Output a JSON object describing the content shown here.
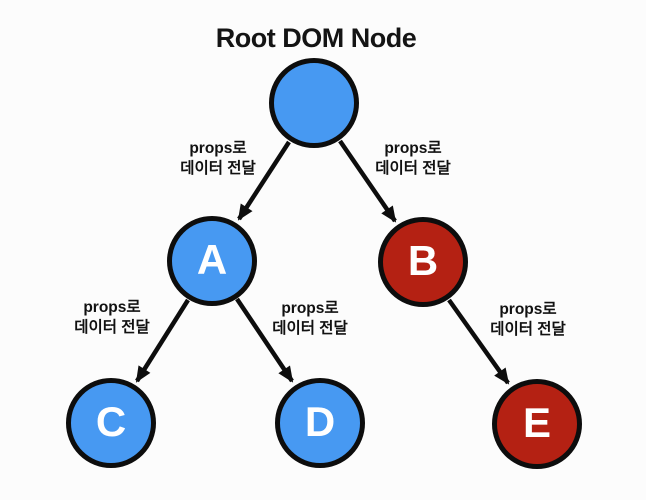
{
  "title": "Root DOM Node",
  "colors": {
    "node_blue": "#4799F2",
    "node_red": "#B42113",
    "outline": "#0D0D0D",
    "node_letter": "#FFFFFF",
    "label_text": "#111111",
    "background": "#FCFCFC"
  },
  "nodes": [
    {
      "id": "root",
      "label": "",
      "color": "blue"
    },
    {
      "id": "A",
      "label": "A",
      "color": "blue"
    },
    {
      "id": "B",
      "label": "B",
      "color": "red"
    },
    {
      "id": "C",
      "label": "C",
      "color": "blue"
    },
    {
      "id": "D",
      "label": "D",
      "color": "blue"
    },
    {
      "id": "E",
      "label": "E",
      "color": "red"
    }
  ],
  "edges": [
    {
      "from": "root",
      "to": "A",
      "label_line1": "props로",
      "label_line2": "데이터 전달"
    },
    {
      "from": "root",
      "to": "B",
      "label_line1": "props로",
      "label_line2": "데이터 전달"
    },
    {
      "from": "A",
      "to": "C",
      "label_line1": "props로",
      "label_line2": "데이터 전달"
    },
    {
      "from": "A",
      "to": "D",
      "label_line1": "props로",
      "label_line2": "데이터 전달"
    },
    {
      "from": "B",
      "to": "E",
      "label_line1": "props로",
      "label_line2": "데이터 전달"
    }
  ]
}
